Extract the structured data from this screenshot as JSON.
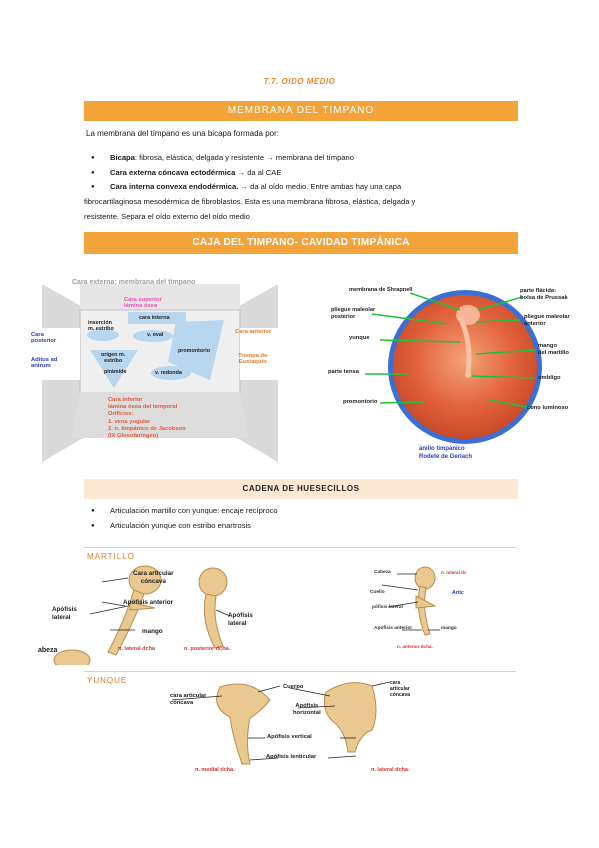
{
  "header": {
    "title": "T.7. OIDO MEDIO"
  },
  "section1": {
    "banner": "MEMBRANA DEL TIMPANO",
    "intro": "La membrana del tímpano es una bicapa formada por:",
    "items": [
      {
        "bold": "Bicapa",
        "text": ": fibrosa, elástica, delgada y resistente → membrana del tímpano"
      },
      {
        "bold": "Cara externa cóncava ectodérmica",
        "text": " → da al CAE"
      },
      {
        "bold": "Cara interna convexa endodérmica.",
        "text": " → da al oído medio. Entre ambas hay una capa"
      }
    ],
    "continuation": [
      "fibrocartilaginosa mesodérmica de fibroblastos. Esta es una membrana fibrosa, elástica, delgada y",
      "resistente. Separa el oído externo del oído medio"
    ]
  },
  "section2": {
    "banner": "CAJA DEL TIMPANO- CAVIDAD TIMPÁNICA",
    "box_diagram": {
      "title": "Cara externa: membrana del tímpano",
      "superior": [
        "Cara superior",
        "lámina ósea"
      ],
      "insercion": [
        "inserción",
        "m. estribo"
      ],
      "cara_interna": "cara interna",
      "v_oval": "v. oval",
      "promontorio": "promontorio",
      "origen": [
        "origen m.",
        "estribo"
      ],
      "piramide": "pirámide",
      "v_redonda": "v. redonda",
      "posterior": [
        "Cara",
        "posterior"
      ],
      "aditus": [
        "Aditus ad",
        "antrum"
      ],
      "anterior": "Cara anterior",
      "trompa": [
        "Trompa de",
        "Eustaquio"
      ],
      "inferior": [
        "Cara inferior",
        "lámina ósea del temporal",
        "Orificios:",
        "1. vena yugular",
        "2. n. timpánico de Jacobson",
        "(IX Glosofaríngeo)"
      ]
    },
    "membrane": {
      "left_labels": [
        "membrana de Shrapnell",
        "pliegue maleolar",
        "posterior",
        "yunque",
        "parte tensa",
        "promontorio"
      ],
      "right_labels": [
        "parte flácida:",
        "bolsa de Prussak",
        "pliegue maleolar",
        "anterior",
        "mango",
        "del martillo",
        "ombligo",
        "cono luminoso"
      ],
      "bottom": [
        "anillo timpánico",
        "Rodete de Gerlach"
      ]
    }
  },
  "section3": {
    "banner": "CADENA DE HUESECILLOS",
    "items": [
      "Articulación martillo con yunque: encaje recíproco",
      "Articulación yunque con estribo enartrosis"
    ]
  },
  "martillo": {
    "label": "MARTILLO",
    "left": {
      "cara_articular": [
        "Cara articular",
        "cóncava"
      ],
      "apofisis_anterior": "Apófisis anterior",
      "apofisis_lateral": [
        "Apófisis",
        "lateral"
      ],
      "mango": "mango",
      "abeza": "abeza",
      "caption": "n. lateral dcha"
    },
    "mid": {
      "apofisis_lateral": [
        "Apófisis",
        "lateral"
      ],
      "caption": "n. posterior dcha."
    },
    "right": {
      "cabeza": "Cabeza",
      "lateral": "n. lateral dc",
      "cuello": "Cuello",
      "apof_lateral": "pófisis lateral",
      "apof_anterior": "Apófisis anterior",
      "mango": "mango",
      "artic": "Artic",
      "caption": "n. anterior dcha."
    }
  },
  "yunque": {
    "label": "YUNQUE",
    "cara_articular": [
      "cara articular",
      "cóncava"
    ],
    "cuerpo": "Cuerpo",
    "apofisis_horizontal": [
      "Apófisis",
      "horizontal"
    ],
    "apofisis_vertical": "Apófisis vertical",
    "apofisis_lenticular": "Apófisis lenticular",
    "cara_articular_right": [
      "cara",
      "articular",
      "cóncava"
    ],
    "caption_left": "n. medial dcha.",
    "caption_right": "n. lateral dcha."
  },
  "colors": {
    "accent": "#f2a33a",
    "bone": "#e9c98f",
    "membrane": "#e0643c",
    "label_blue": "#2a3fb5",
    "label_pink": "#e64fb4"
  }
}
